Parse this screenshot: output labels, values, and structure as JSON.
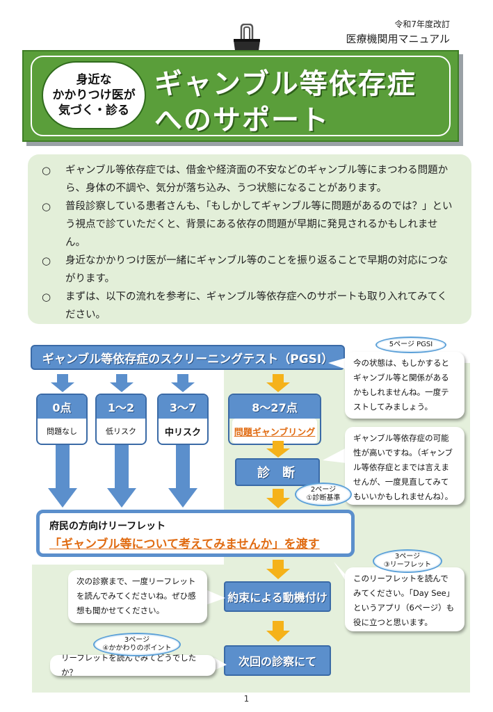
{
  "header": {
    "revision": "令和7年度改訂",
    "manual_name": "医療機関用マニュアル"
  },
  "banner": {
    "badge_lines": [
      "身近な",
      "かかりつけ医が",
      "気づく・診る"
    ],
    "title_line1": "ギャンブル等依存症",
    "title_line2": "へのサポート"
  },
  "intro": {
    "bullet_mark": "○",
    "bullets": [
      "ギャンブル等依存症では、借金や経済面の不安などのギャンブル等にまつわる問題から、身体の不調や、気分が落ち込み、うつ状態になることがあります。",
      "普段診察している患者さんも、「もしかしてギャンブル等に問題があるのでは？」という視点で診ていただくと、背景にある依存の問題が早期に発見されるかもしれません。",
      "身近なかかりつけ医が一緒にギャンブル等のことを振り返ることで早期の対応につながります。",
      "まずは、以下の流れを参考に、ギャンブル等依存症へのサポートも取り入れてみてください。"
    ]
  },
  "flow": {
    "screening_test": "ギャンブル等依存症のスクリーニングテスト（PGSI）",
    "scores": [
      {
        "score": "0点",
        "label": "問題なし"
      },
      {
        "score": "1～2",
        "label": "低リスク"
      },
      {
        "score": "3～7",
        "label": "中リスク"
      },
      {
        "score": "8～27点",
        "label": "問題ギャンブリング"
      }
    ],
    "diagnosis": "診断",
    "leaflet_title": "府民の方向けリーフレット",
    "leaflet_action": "「ギャンブル等について考えてみませんか」を渡す",
    "appointment": "約束による動機付け",
    "next_visit": "次回の診察にて"
  },
  "callouts": {
    "pgsi_ref": "5ページ PGSI",
    "pgsi_text": "今の状態は、もしかするとギャンブル等と関係があるかもしれませんね。一度テストしてみましょう。",
    "diag_text": "ギャンブル等依存症の可能性が高いですね。（ギャンブル等依存症とまでは言えませんが、一度見直してみてもいいかもしれませんね）。",
    "diag_ref_line1": "2ページ",
    "diag_ref_line2": "①診断基準",
    "leaflet_ref_line1": "3ページ",
    "leaflet_ref_line2": "③リーフレット",
    "leaflet_text": "このリーフレットを読んでみてください。「Day See」というアプリ（6ページ）も役に立つと思います。",
    "next_text": "次の診察まで、一度リーフレットを読んでみてくださいね。ぜひ感想も聞かせてください。",
    "ask_ref_line1": "3ページ",
    "ask_ref_line2": "④かかわりのポイント",
    "ask_text": "リーフレットを読んでみてどうでしたか？"
  },
  "footer": {
    "page_number": "1"
  },
  "colors": {
    "banner_green": "#5a9e3a",
    "intro_bg": "#e3efd9",
    "flow_blue": "#5b8fcc",
    "arrow_blue": "#5b8fcc",
    "arrow_orange": "#f5b21a",
    "highlight_orange": "#e06b12"
  }
}
